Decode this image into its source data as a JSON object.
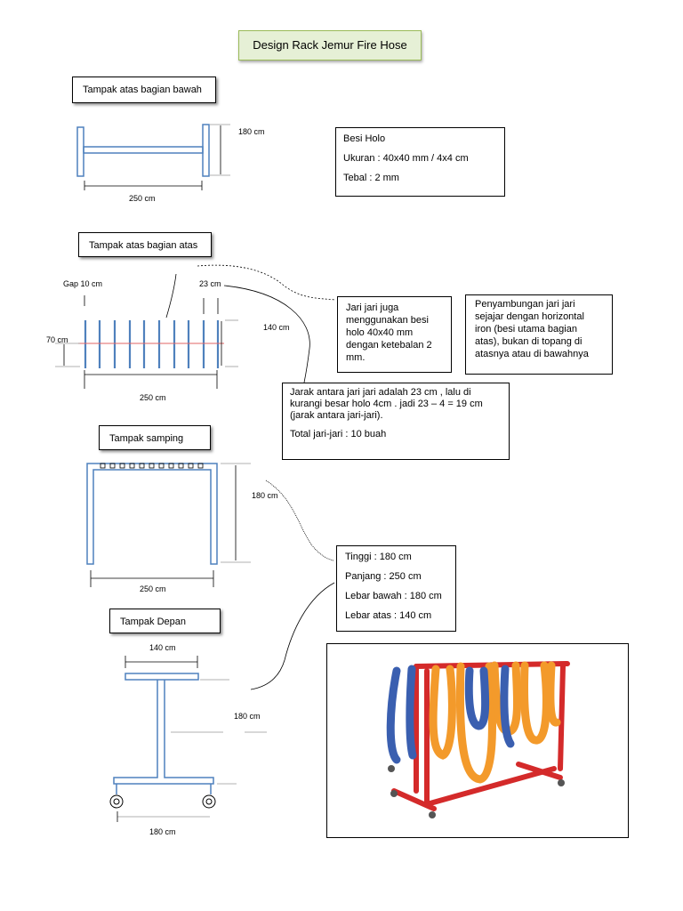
{
  "title": "Design Rack Jemur Fire Hose",
  "sections": {
    "top_bottom": "Tampak atas bagian bawah",
    "top_top": "Tampak atas bagian atas",
    "side": "Tampak samping",
    "front": "Tampak Depan"
  },
  "dims": {
    "d180_top": "180 cm",
    "d250_top": "250 cm",
    "gap": "Gap 10 cm",
    "d23": "23 cm",
    "d140": "140 cm",
    "d70": "70 cm",
    "d250_mid": "250 cm",
    "d180_side": "180 cm",
    "d250_side": "250 cm",
    "d140_front": "140 cm",
    "d180_front_h": "180 cm",
    "d180_front_w": "180 cm"
  },
  "notes": {
    "besi": [
      "Besi Holo",
      "Ukuran : 40x40 mm  / 4x4 cm",
      "Tebal : 2 mm"
    ],
    "jari": "Jari jari juga menggunakan besi holo 40x40 mm dengan ketebalan 2 mm.",
    "penyambungan": "Penyambungan jari jari sejajar dengan horizontal iron (besi utama bagian atas), bukan di topang di atasnya atau di bawahnya",
    "jarak": "Jarak antara jari jari adalah 23 cm , lalu di kurangi besar holo 4cm . jadi 23 – 4 = 19 cm (jarak antara jari-jari).",
    "total": "Total jari-jari : 10 buah",
    "ukuran": [
      "Tinggi : 180 cm",
      "Panjang : 250 cm",
      "Lebar bawah : 180 cm",
      "Lebar atas : 140 cm"
    ]
  },
  "colors": {
    "frame": "#4f81bd",
    "red_line": "#e06666",
    "title_fill": "#e6f0d6",
    "title_border": "#9bbb59",
    "rack_red": "#d42a2a",
    "hose_orange": "#f39a2b",
    "hose_blue": "#3a5fb0"
  }
}
